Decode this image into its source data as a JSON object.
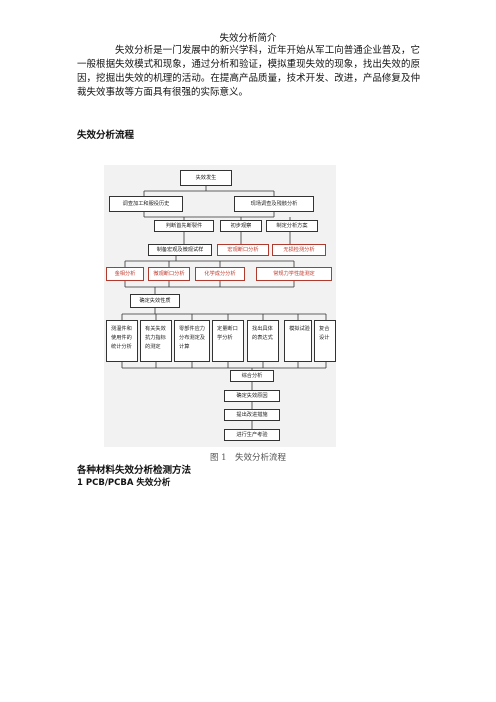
{
  "doc": {
    "title": "失效分析简介",
    "intro": "失效分析是一门发展中的新兴学科，近年开始从军工向普通企业普及，它一般根据失效模式和现象，通过分析和验证，模拟重现失效的现象，找出失效的原因，挖掘出失效的机理的活动。在提高产品质量，技术开发、改进，产品修复及仲裁失效事故等方面具有很强的实际意义。",
    "section_flow": "失效分析流程",
    "caption": "图 1　失效分析流程",
    "section_methods": "各种材料失效分析检测方法",
    "subsection_1": "1 PCB/PCBA 失效分析"
  },
  "flowchart": {
    "n1": "失效发生",
    "n2": "调查加工和服役历史",
    "n3": "现场调查及残骸分析",
    "n4": "判断首先断裂件",
    "n5": "初步观察",
    "n6": "制定分析方案",
    "n7": "制备宏观及微观试样",
    "n8": "宏观断口分析",
    "n9": "无损检测分析",
    "n10": "金相分析",
    "n11": "微观断口分析",
    "n12": "化学成分分析",
    "n13": "常规力学性能测定",
    "n14": "确定失效性质",
    "n15": "测温件和使用件的统计分析",
    "n16": "有关失效抗力指标的测定",
    "n17": "零部件应力分布测定及计算",
    "n18": "定量断口学分析",
    "n19": "找出具体的表达式",
    "n20": "模拟试验",
    "n21": "复合设计",
    "n22": "综合分析",
    "n23": "确定失效原因",
    "n24": "提出改进措施",
    "n25": "进行生产考验"
  },
  "colors": {
    "highlight_red": "#c0392b",
    "caption_gray": "#555555",
    "chart_background": "#f2f2f2"
  }
}
